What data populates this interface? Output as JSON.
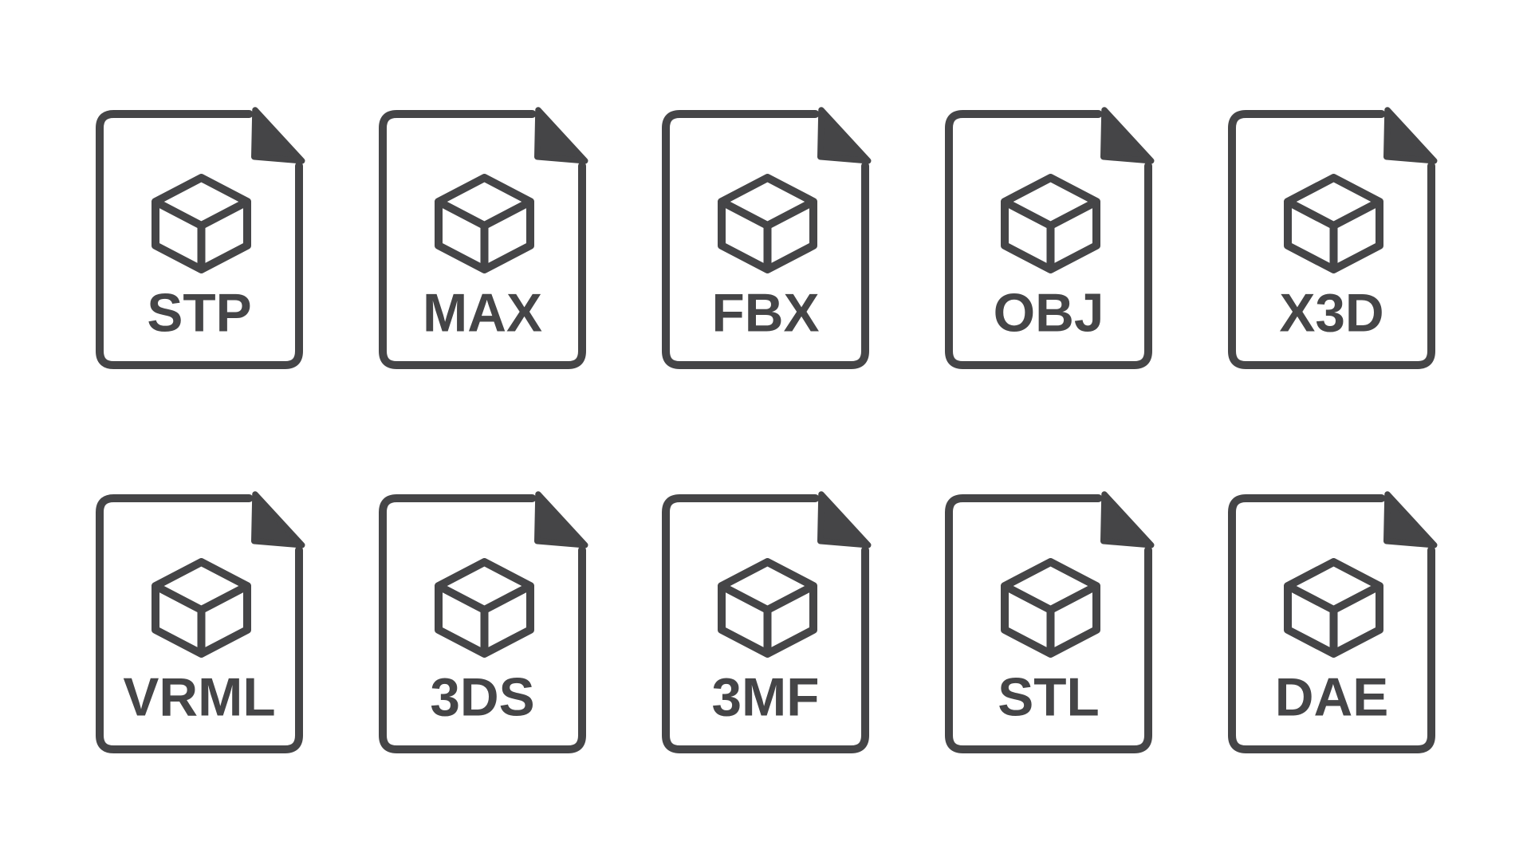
{
  "canvas": {
    "background": "#ffffff",
    "ink_color": "#454547"
  },
  "icon_set": {
    "shape": "file-with-folded-corner",
    "glyph": "cube-3d-icon",
    "rows": [
      {
        "items": [
          {
            "label": "STP"
          },
          {
            "label": "MAX"
          },
          {
            "label": "FBX"
          },
          {
            "label": "OBJ"
          },
          {
            "label": "X3D"
          }
        ]
      },
      {
        "items": [
          {
            "label": "VRML"
          },
          {
            "label": "3DS"
          },
          {
            "label": "3MF"
          },
          {
            "label": "STL"
          },
          {
            "label": "DAE"
          }
        ]
      }
    ]
  }
}
